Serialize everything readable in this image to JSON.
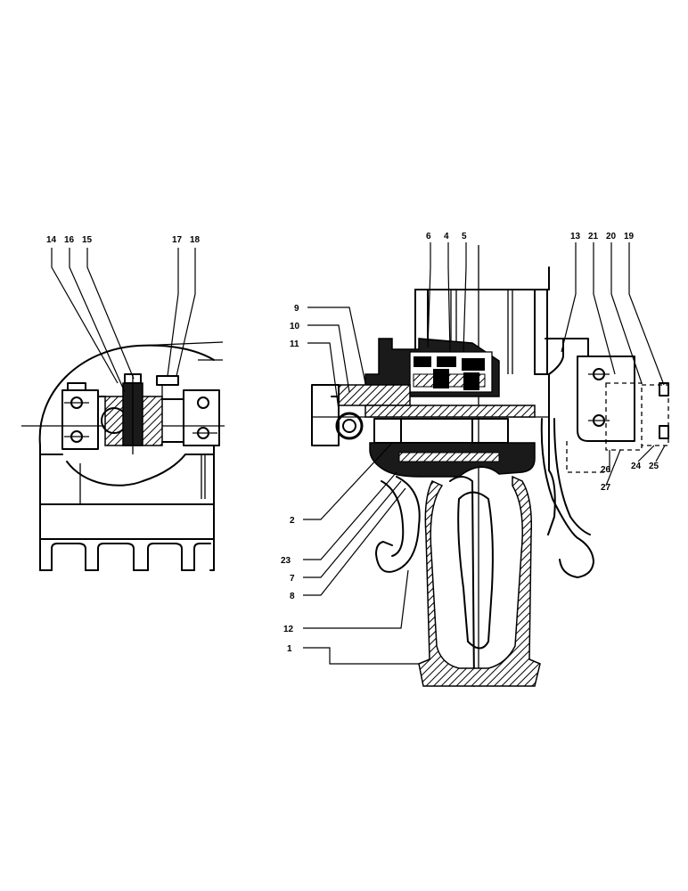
{
  "figure": {
    "callouts": {
      "c14": "14",
      "c16": "16",
      "c15": "15",
      "c17": "17",
      "c18": "18",
      "c6": "6",
      "c4": "4",
      "c5": "5",
      "c13": "13",
      "c21": "21",
      "c20": "20",
      "c19": "19",
      "c9": "9",
      "c10": "10",
      "c11": "11",
      "c2": "2",
      "c23": "23",
      "c7": "7",
      "c8": "8",
      "c12": "12",
      "c1": "1",
      "c26": "26",
      "c27": "27",
      "c24": "24",
      "c25": "25"
    }
  }
}
